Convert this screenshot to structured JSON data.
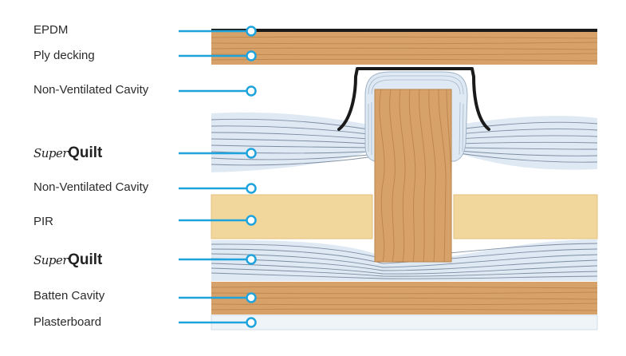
{
  "layers": [
    {
      "id": "epdm",
      "label": "EPDM"
    },
    {
      "id": "ply",
      "label": "Ply decking"
    },
    {
      "id": "cavity1",
      "label": "Non-Ventilated Cavity"
    },
    {
      "id": "quilt1",
      "brand_a": "Super",
      "brand_b": "Quilt"
    },
    {
      "id": "cavity2",
      "label": "Non-Ventilated Cavity"
    },
    {
      "id": "pir",
      "label": "PIR"
    },
    {
      "id": "quilt2",
      "brand_a": "Super",
      "brand_b": "Quilt"
    },
    {
      "id": "batten",
      "label": "Batten Cavity"
    },
    {
      "id": "plaster",
      "label": "Plasterboard"
    }
  ],
  "colors": {
    "leader": "#1fa3dc",
    "wood": "#d7a26a",
    "wood_grain": "#b9824a",
    "pir": "#f2d79c",
    "quilt": "#dfe9f3",
    "quilt_line": "#5d6f86",
    "membrane": "#1a1a1a",
    "plaster": "#eef4f8"
  }
}
